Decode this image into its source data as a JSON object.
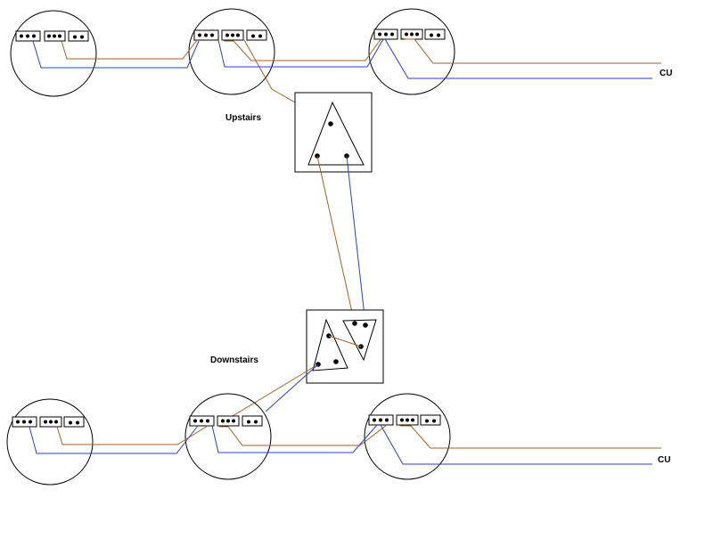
{
  "labels": {
    "upstairs": "Upstairs",
    "downstairs": "Downstairs",
    "cu_top": "CU",
    "cu_bottom": "CU"
  },
  "colors": {
    "brown_wire": "#a0622a",
    "blue_wire": "#2b3fd0",
    "outline": "#000000",
    "background": "#ffffff"
  }
}
